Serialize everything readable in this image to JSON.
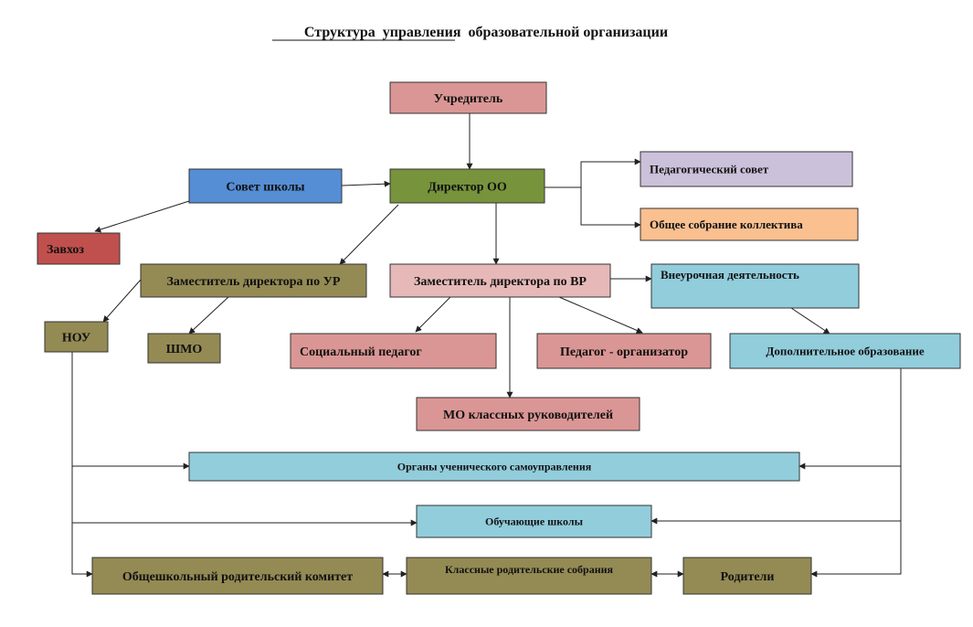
{
  "title": "Структура  управления  образовательной организации",
  "colors": {
    "rose": "#da9694",
    "olive": "#948a54",
    "green": "#77933c",
    "blue": "#558ed5",
    "lightblue": "#92cddc",
    "lavender": "#ccc1da",
    "peach": "#fac090",
    "red": "#c0504d",
    "pink": "#e6b9b8"
  },
  "nodes": [
    {
      "id": "founder",
      "label": "Учредитель",
      "color": "rose"
    },
    {
      "id": "director",
      "label": "Директор    ОО",
      "color": "green"
    },
    {
      "id": "council",
      "label": "Совет  школы",
      "color": "blue"
    },
    {
      "id": "ped-council",
      "label": "Педагогический  совет",
      "color": "lavender"
    },
    {
      "id": "assembly",
      "label": "Общее  собрание коллектива",
      "color": "peach"
    },
    {
      "id": "zavhoz",
      "label": "Завхоз",
      "color": "red"
    },
    {
      "id": "deputy-ur",
      "label": "Заместитель директора  по УР",
      "color": "olive"
    },
    {
      "id": "deputy-vr",
      "label": "Заместитель директора  по ВР",
      "color": "pink"
    },
    {
      "id": "extracurricular",
      "label": "Внеурочная деятельность",
      "color": "lightblue"
    },
    {
      "id": "nou",
      "label": "НОУ",
      "color": "olive"
    },
    {
      "id": "shmo",
      "label": "ШМО",
      "color": "olive"
    },
    {
      "id": "social-ped",
      "label": "Социальный  педагог",
      "color": "rose"
    },
    {
      "id": "organizer",
      "label": "Педагог - организатор",
      "color": "rose"
    },
    {
      "id": "additional-edu",
      "label": "Дополнительное образование",
      "color": "lightblue"
    },
    {
      "id": "mo-class",
      "label": "МО классных  руководителей",
      "color": "rose"
    },
    {
      "id": "student-gov",
      "label": "Органы ученического самоуправления",
      "color": "lightblue"
    },
    {
      "id": "students",
      "label": "Обучающие школы",
      "color": "lightblue"
    },
    {
      "id": "parent-committee",
      "label": "Общешкольный родительский  комитет",
      "color": "olive"
    },
    {
      "id": "class-meetings",
      "label": "Классные родительские  собрания",
      "color": "olive"
    },
    {
      "id": "parents",
      "label": "Родители",
      "color": "olive"
    }
  ],
  "edges": [
    {
      "from": "founder",
      "to": "director"
    },
    {
      "from": "council",
      "to": "director"
    },
    {
      "from": "council",
      "to": "zavhoz"
    },
    {
      "from": "director",
      "to": "ped-council"
    },
    {
      "from": "director",
      "to": "assembly"
    },
    {
      "from": "director",
      "to": "deputy-ur"
    },
    {
      "from": "director",
      "to": "deputy-vr"
    },
    {
      "from": "deputy-ur",
      "to": "nou"
    },
    {
      "from": "deputy-ur",
      "to": "shmo"
    },
    {
      "from": "deputy-vr",
      "to": "extracurricular"
    },
    {
      "from": "deputy-vr",
      "to": "social-ped"
    },
    {
      "from": "deputy-vr",
      "to": "organizer"
    },
    {
      "from": "deputy-vr",
      "to": "mo-class"
    },
    {
      "from": "extracurricular",
      "to": "additional-edu"
    },
    {
      "from": "nou",
      "to": "student-gov"
    },
    {
      "from": "nou",
      "to": "students"
    },
    {
      "from": "nou",
      "to": "parent-committee"
    },
    {
      "from": "additional-edu",
      "to": "student-gov"
    },
    {
      "from": "additional-edu",
      "to": "students"
    },
    {
      "from": "additional-edu",
      "to": "parents"
    },
    {
      "from": "parent-committee",
      "to": "class-meetings",
      "bidirectional": true
    },
    {
      "from": "class-meetings",
      "to": "parents",
      "bidirectional": true
    }
  ]
}
